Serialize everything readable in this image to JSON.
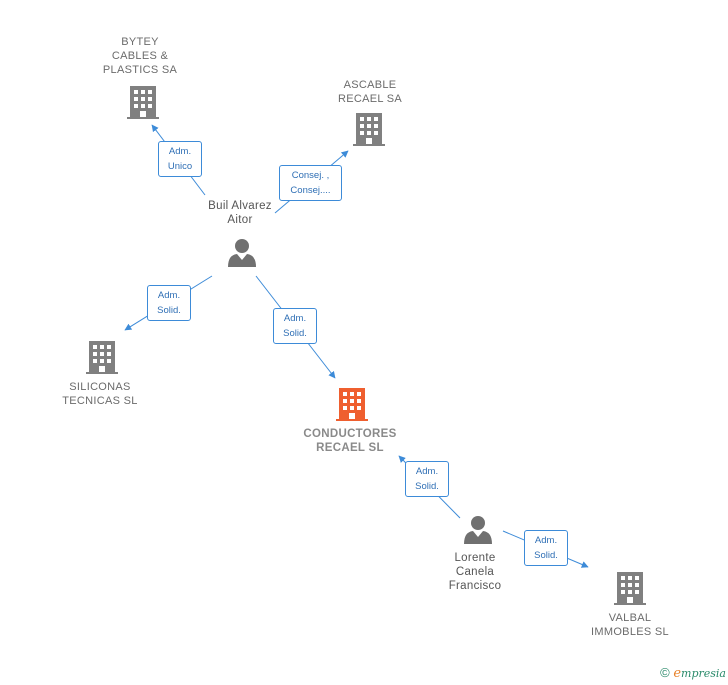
{
  "colors": {
    "edge": "#3d8bd8",
    "company": "#808080",
    "main_company": "#ef5f2f",
    "person": "#707070"
  },
  "nodes": {
    "bytey": {
      "label": "BYTEY\nCABLES &\nPLASTICS SA",
      "icon": "building-icon"
    },
    "ascable": {
      "label": "ASCABLE\nRECAEL SA",
      "icon": "building-icon"
    },
    "buil": {
      "label": "Buil Alvarez\nAitor",
      "icon": "person-icon"
    },
    "siliconas": {
      "label": "SILICONAS\nTECNICAS SL",
      "icon": "building-icon"
    },
    "conductores": {
      "label": "CONDUCTORES\nRECAEL  SL",
      "icon": "building-icon"
    },
    "lorente": {
      "label": "Lorente\nCanela\nFrancisco",
      "icon": "person-icon"
    },
    "valbal": {
      "label": "VALBAL\nIMMOBLES  SL",
      "icon": "building-icon"
    }
  },
  "edges": {
    "buil_bytey": "Adm.\nUnico",
    "buil_ascable": "Consej. ,\nConsej....",
    "buil_siliconas": "Adm.\nSolid.",
    "buil_conductores": "Adm.\nSolid.",
    "lorente_conductores": "Adm.\nSolid.",
    "lorente_valbal": "Adm.\nSolid."
  },
  "footer": {
    "copyright": "©",
    "brand_initial": "e",
    "brand_rest": "mpresia"
  }
}
